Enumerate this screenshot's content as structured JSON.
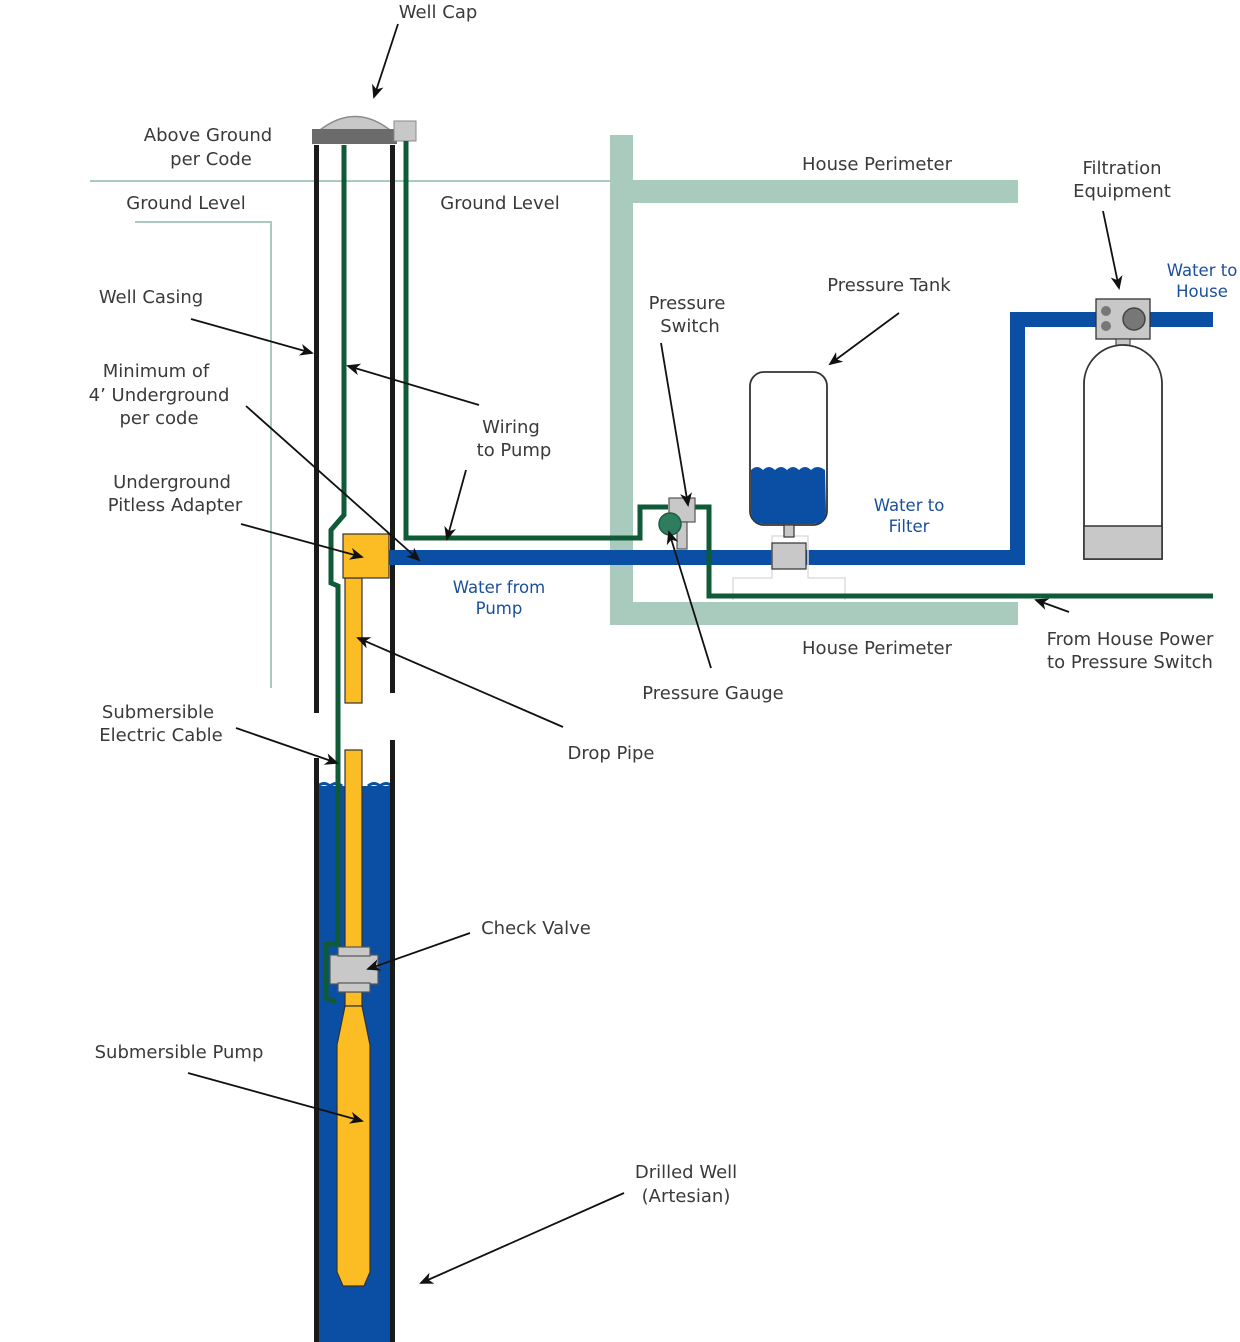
{
  "labels": {
    "well_cap": "Well Cap",
    "above_ground_1": "Above Ground",
    "above_ground_2": "per Code",
    "ground_level_left": "Ground Level",
    "ground_level_right": "Ground Level",
    "house_perimeter_top": "House Perimeter",
    "house_perimeter_bottom": "House Perimeter",
    "filtration_1": "Filtration",
    "filtration_2": "Equipment",
    "water_to_house_1": "Water to",
    "water_to_house_2": "House",
    "pressure_tank": "Pressure Tank",
    "pressure_switch_1": "Pressure",
    "pressure_switch_2": "Switch",
    "well_casing": "Well Casing",
    "minimum_1": "Minimum of",
    "minimum_2": "4’ Underground",
    "minimum_3": "per code",
    "wiring_1": "Wiring",
    "wiring_2": "to Pump",
    "pitless_1": "Underground",
    "pitless_2": "Pitless Adapter",
    "water_to_filter_1": "Water to",
    "water_to_filter_2": "Filter",
    "water_from_pump_1": "Water from",
    "water_from_pump_2": "Pump",
    "house_power_1": "From House Power",
    "house_power_2": "to Pressure Switch",
    "pressure_gauge": "Pressure Gauge",
    "cable_1": "Submersible",
    "cable_2": "Electric Cable",
    "drop_pipe": "Drop Pipe",
    "check_valve": "Check Valve",
    "pump": "Submersible Pump",
    "drilled_1": "Drilled Well",
    "drilled_2": "(Artesian)"
  },
  "colors": {
    "water_blue": "#0a4fa3",
    "wire_green": "#0f5a37",
    "perimeter_green": "#a9cbbd",
    "pump_yellow": "#fbbd23",
    "casing_black": "#1a1a1a",
    "metal_gray": "#c8c8c8",
    "label_blue": "#1a4f9c"
  }
}
